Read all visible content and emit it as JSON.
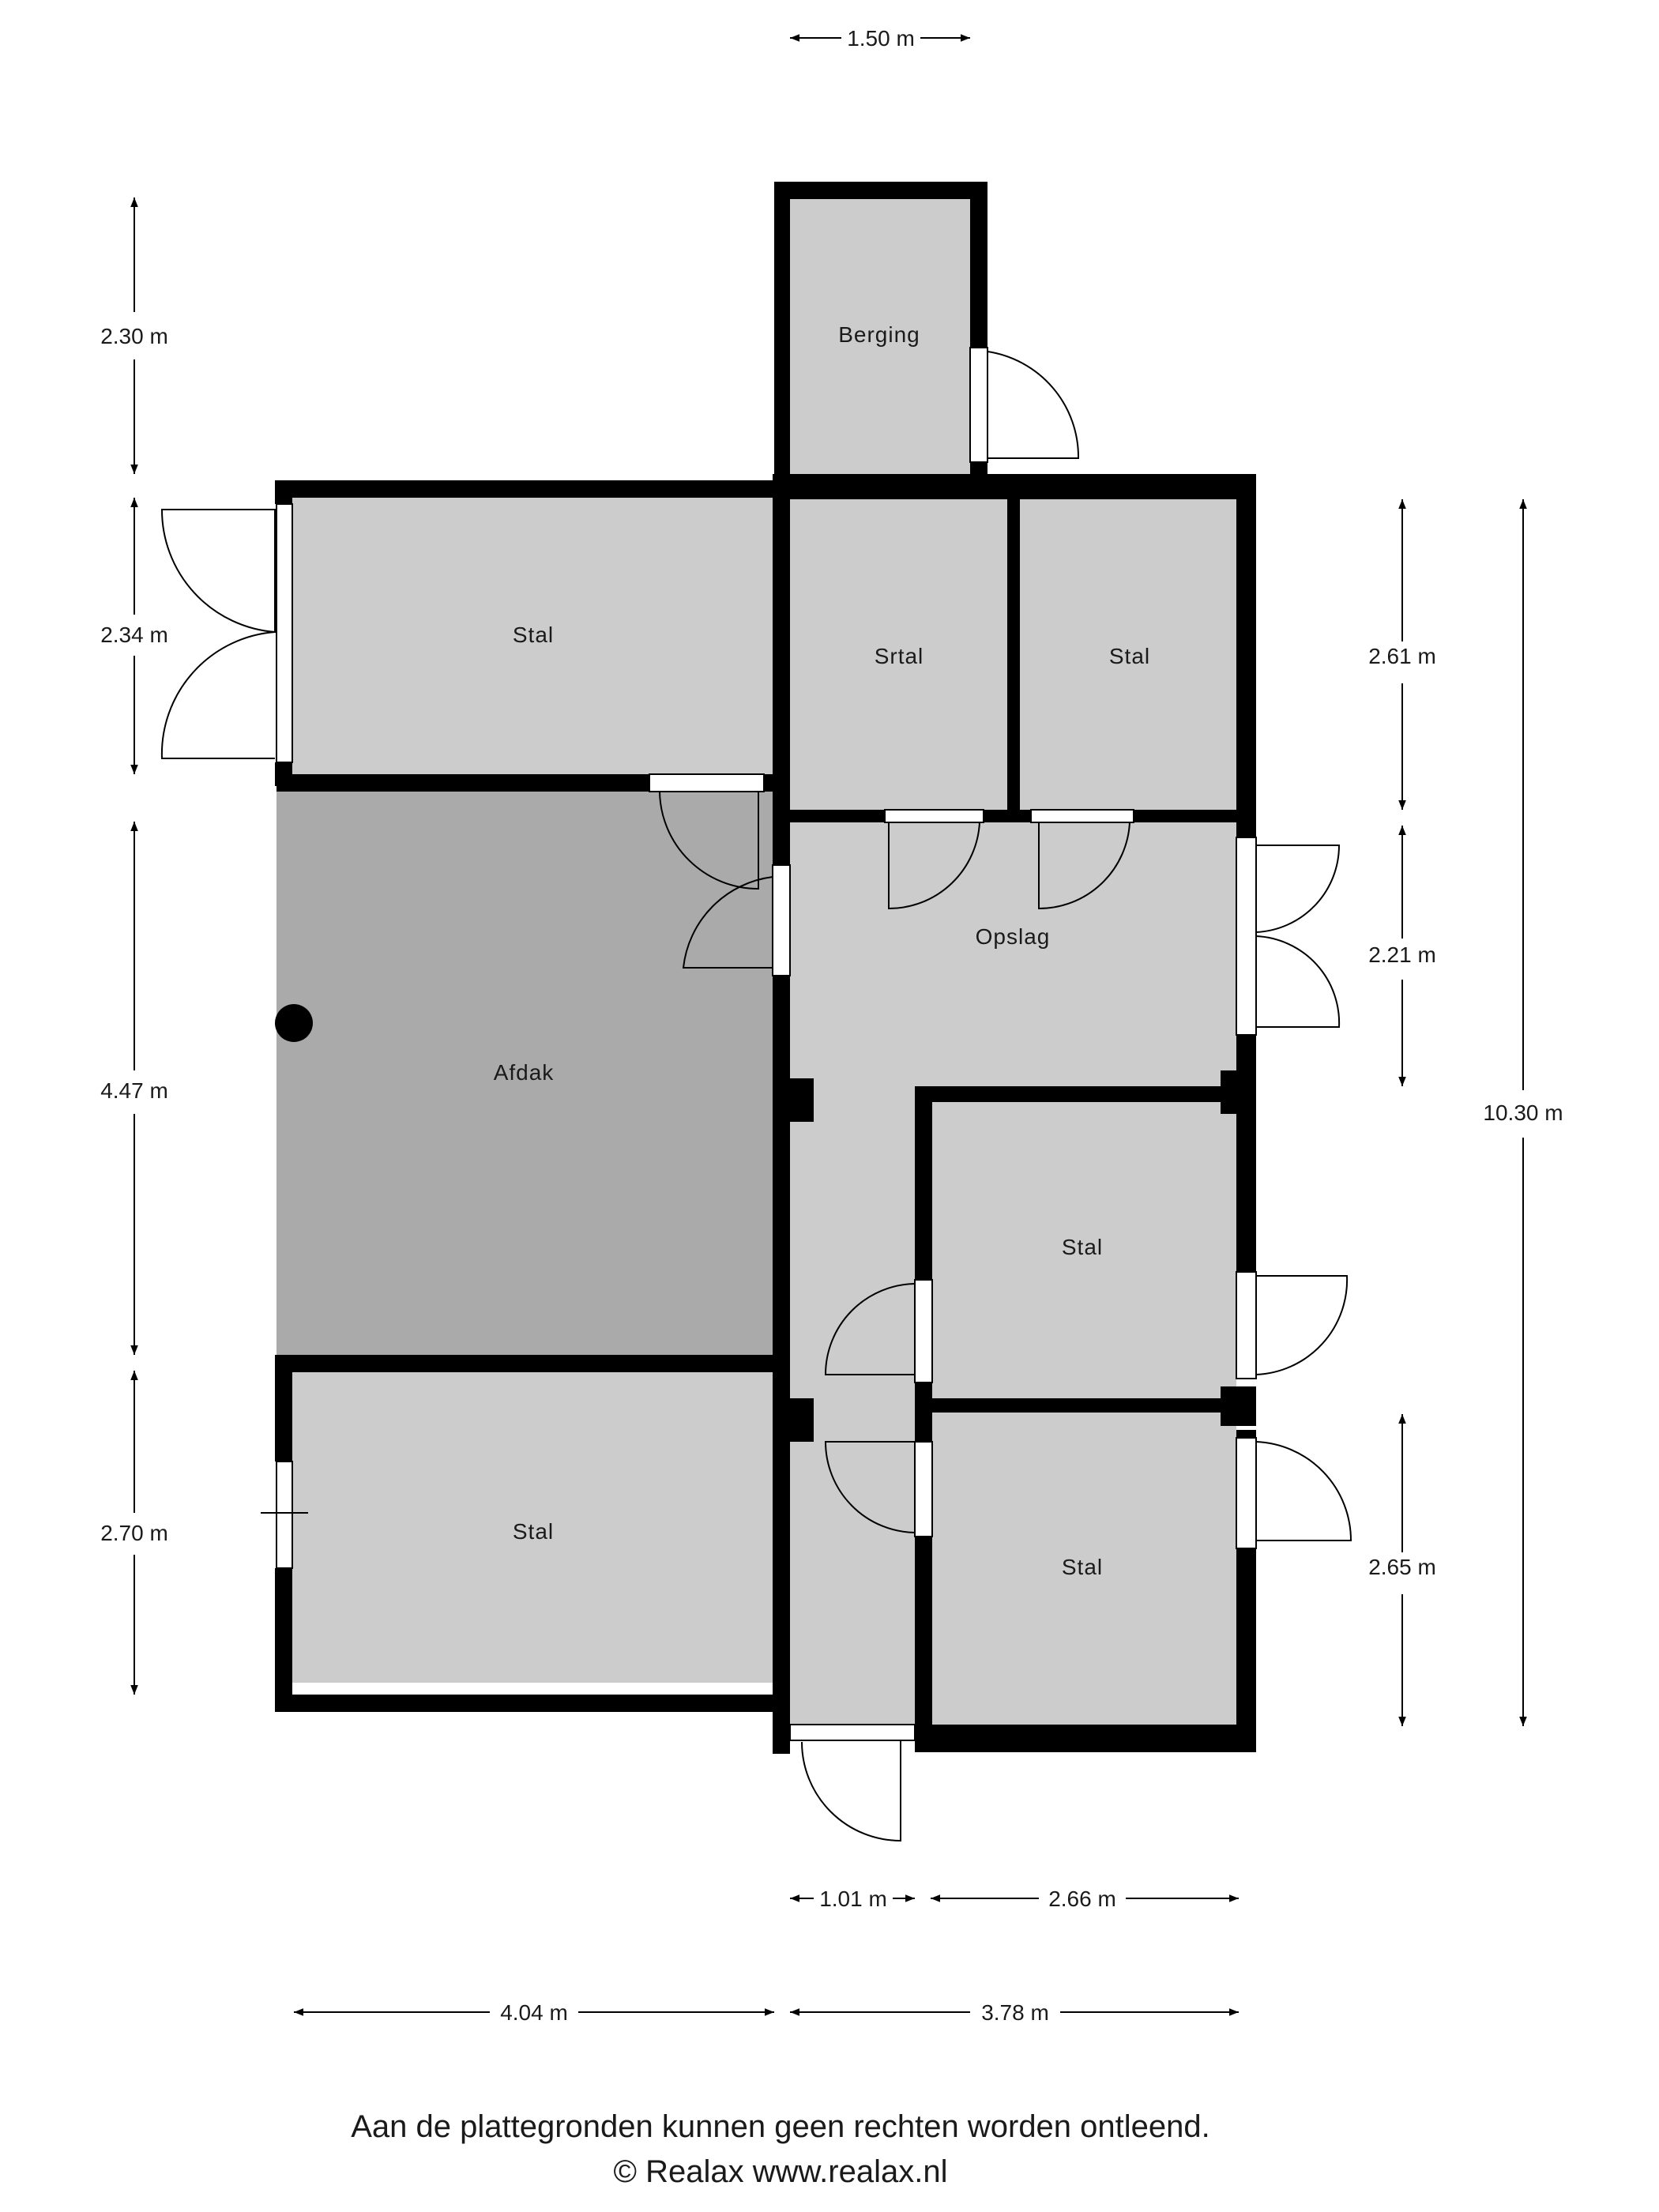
{
  "rooms": {
    "berging": "Berging",
    "stal_top": "Stal",
    "srtal": "Srtal",
    "stal_right_top": "Stal",
    "opslag": "Opslag",
    "afdak": "Afdak",
    "stal_mid_right": "Stal",
    "stal_bottom_left": "Stal",
    "stal_bottom_right": "Stal"
  },
  "dimensions": {
    "top_width": "1.50 m",
    "left_1": "2.30 m",
    "left_2": "2.34 m",
    "left_3": "4.47 m",
    "left_4": "2.70 m",
    "right_1": "2.61 m",
    "right_2": "2.21 m",
    "right_3": "2.65 m",
    "right_total": "10.30 m",
    "bottom_1": "1.01 m",
    "bottom_2": "2.66 m",
    "bottom_3": "4.04 m",
    "bottom_4": "3.78 m"
  },
  "footer": {
    "disclaimer": "Aan de plattegronden kunnen geen rechten worden ontleend.",
    "copyright": "© Realax www.realax.nl"
  },
  "colors": {
    "floor_light": "#cccccc",
    "floor_dark": "#aaaaaa",
    "wall": "#000000"
  }
}
